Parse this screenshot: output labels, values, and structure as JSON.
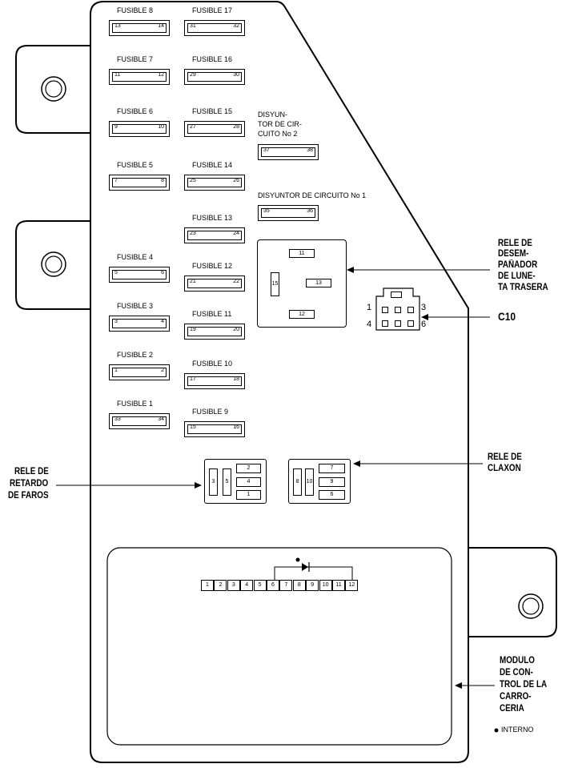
{
  "fuses_left": [
    {
      "label": "FUSIBLE 8",
      "pins": [
        "13",
        "14"
      ]
    },
    {
      "label": "FUSIBLE 7",
      "pins": [
        "11",
        "12"
      ]
    },
    {
      "label": "FUSIBLE 6",
      "pins": [
        "9",
        "10"
      ]
    },
    {
      "label": "FUSIBLE 5",
      "pins": [
        "7",
        "8"
      ]
    },
    {
      "label": "FUSIBLE 4",
      "pins": [
        "5",
        "6"
      ]
    },
    {
      "label": "FUSIBLE 3",
      "pins": [
        "3",
        "4"
      ]
    },
    {
      "label": "FUSIBLE 2",
      "pins": [
        "1",
        "2"
      ]
    },
    {
      "label": "FUSIBLE 1",
      "pins": [
        "33",
        "34"
      ]
    }
  ],
  "fuses_right": [
    {
      "label": "FUSIBLE 17",
      "pins": [
        "31",
        "32"
      ]
    },
    {
      "label": "FUSIBLE 16",
      "pins": [
        "29",
        "30"
      ]
    },
    {
      "label": "FUSIBLE 15",
      "pins": [
        "27",
        "28"
      ]
    },
    {
      "label": "FUSIBLE 14",
      "pins": [
        "25",
        "26"
      ]
    },
    {
      "label": "FUSIBLE 13",
      "pins": [
        "23",
        "24"
      ]
    },
    {
      "label": "FUSIBLE 12",
      "pins": [
        "21",
        "22"
      ]
    },
    {
      "label": "FUSIBLE 11",
      "pins": [
        "19",
        "20"
      ]
    },
    {
      "label": "FUSIBLE 10",
      "pins": [
        "17",
        "18"
      ]
    },
    {
      "label": "FUSIBLE 9",
      "pins": [
        "15",
        "16"
      ]
    }
  ],
  "breaker2": {
    "label_lines": [
      "DISYUN-",
      "TOR DE CIR-",
      "CUITO No 2"
    ],
    "pins": [
      "37",
      "38"
    ]
  },
  "breaker1": {
    "label": "DISYUNTOR DE CIRCUITO No 1",
    "pins": [
      "35",
      "36"
    ]
  },
  "defog_relay": {
    "pins": [
      "11",
      "15",
      "13",
      "12"
    ],
    "label_lines": [
      "RELE DE",
      "DESEM-",
      "PAÑADOR",
      "DE LUNE-",
      "TA TRASERA"
    ]
  },
  "c10": {
    "label": "C10",
    "pin_labels": [
      "1",
      "3",
      "4",
      "6"
    ]
  },
  "headlamp_relay": {
    "pins": [
      "3",
      "5",
      "2",
      "4",
      "1"
    ],
    "label_lines": [
      "RELE DE",
      "RETARDO",
      "DE FAROS"
    ]
  },
  "horn_relay": {
    "pins": [
      "8",
      "10",
      "7",
      "9",
      "6"
    ],
    "label_lines": [
      "RELE DE",
      "CLAXON"
    ]
  },
  "module": {
    "connector_pins": [
      "1",
      "2",
      "3",
      "4",
      "5",
      "6",
      "7",
      "8",
      "9",
      "10",
      "11",
      "12"
    ],
    "label_lines": [
      "MODULO",
      "DE CON-",
      "TROL DE LA",
      "CARRO-",
      "CERIA"
    ]
  },
  "legend": {
    "text": "INTERNO"
  }
}
